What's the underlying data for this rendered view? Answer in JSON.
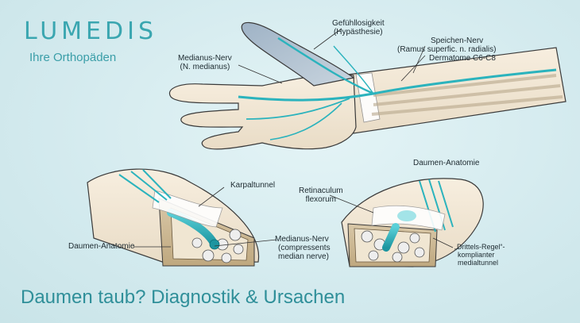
{
  "brand": {
    "logo_text": "LUMEDIS",
    "tagline": "Ihre Orthopäden"
  },
  "labels": {
    "gefuehllosigkeit": {
      "title": "Gefühllosigkeit",
      "sub": "(Hypästhesie)"
    },
    "speichen_nerv": {
      "title": "Speichen-Nerv",
      "sub1": "(Ramus superfic. n. radialis)",
      "sub2": "Dermatome C6-C8"
    },
    "medianus_nerv_top": {
      "title": "Medianus-Nerv",
      "sub": "(N. medianus)"
    },
    "karpaltunnel": "Karpaltunnel",
    "daumen_anatomie_left": "Daumen-Anatomie",
    "daumen_anatomie_right": "Daumen-Anatomie",
    "retinaculum": {
      "line1": "Retinaculum",
      "line2": "flexorum"
    },
    "medianus_nerv_bottom": {
      "title": "Medianus-Nerv",
      "sub1": "(compressents",
      "sub2": "median nerve)"
    },
    "drittels_regel": {
      "line1": "„Drittels-Regel“-",
      "line2": "komplianter",
      "line3": "medialtunnel"
    }
  },
  "headline": "Daumen taub? Diagnostik & Ursachen",
  "colors": {
    "background": "#d6edf0",
    "brand": "#3aa6b0",
    "nerve": "#2bb3bd",
    "skin": "#f4e9d8",
    "outline": "#3a3a3a"
  }
}
